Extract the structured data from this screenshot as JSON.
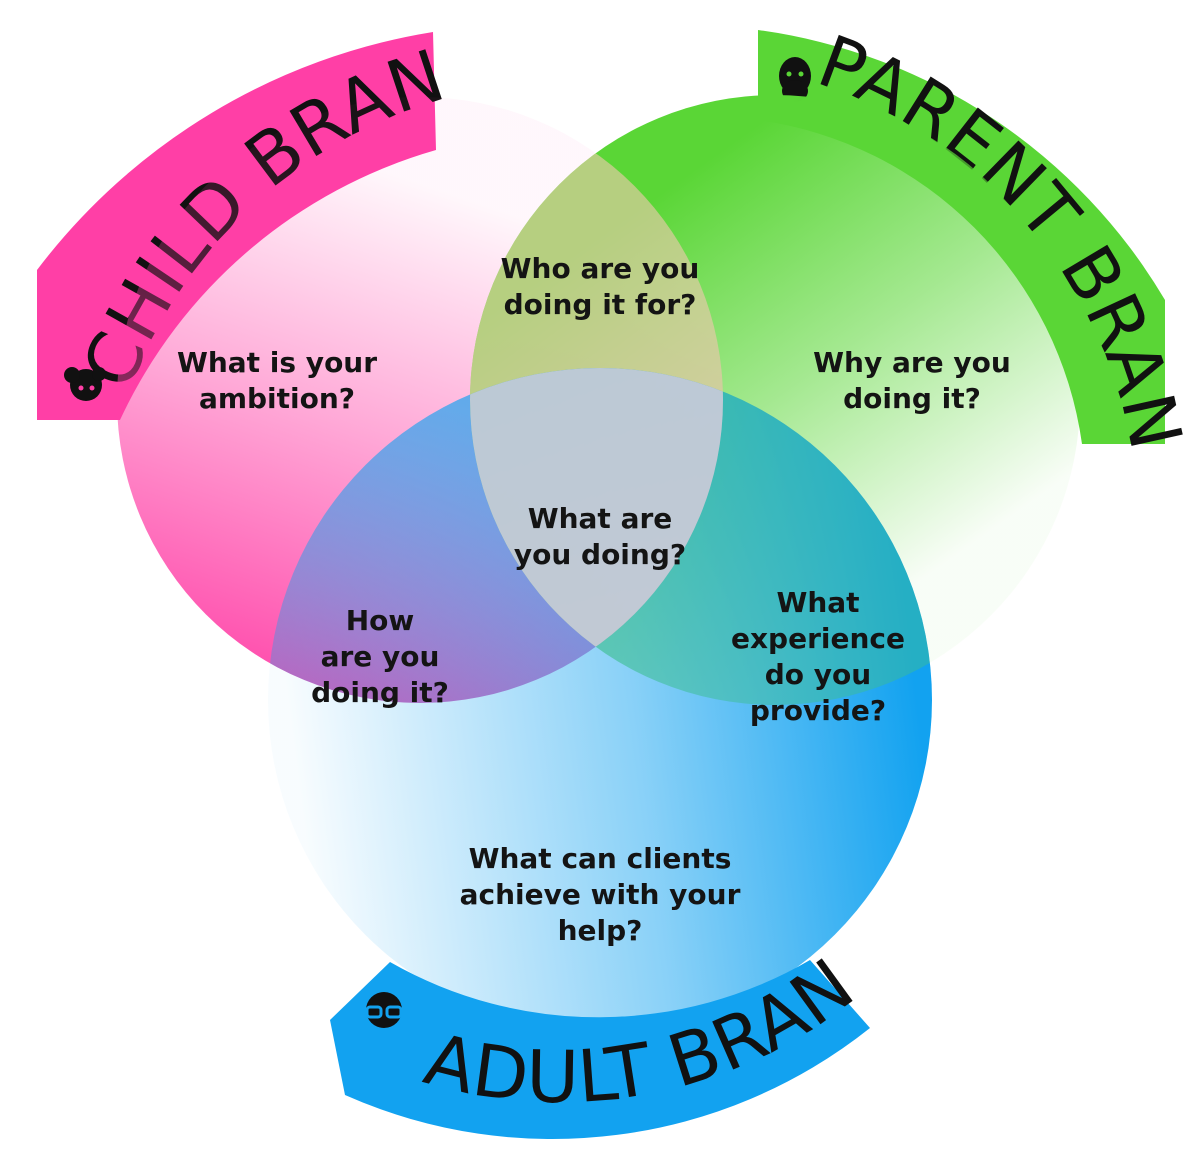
{
  "colors": {
    "child": "#ff3fa6",
    "parent": "#5ad636",
    "adult": "#12a2f0",
    "text": "#141414"
  },
  "bands": {
    "child": {
      "label": "CHILD BRAND",
      "icon": "child-face-icon"
    },
    "parent": {
      "label": "PARENT BRAND",
      "icon": "bearded-face-icon"
    },
    "adult": {
      "label": "ADULT BRAND",
      "icon": "glasses-face-icon"
    }
  },
  "questions": {
    "child_only": [
      "What is your",
      "ambition?"
    ],
    "parent_only": [
      "Why are you",
      "doing it?"
    ],
    "adult_only": [
      "What can clients",
      "achieve with your",
      "help?"
    ],
    "child_parent": [
      "Who are you",
      "doing it for?"
    ],
    "child_adult": [
      "How",
      "are you",
      "doing it?"
    ],
    "parent_adult": [
      "What",
      "experience",
      "do you",
      "provide?"
    ],
    "center": [
      "What are",
      "you doing?"
    ]
  }
}
